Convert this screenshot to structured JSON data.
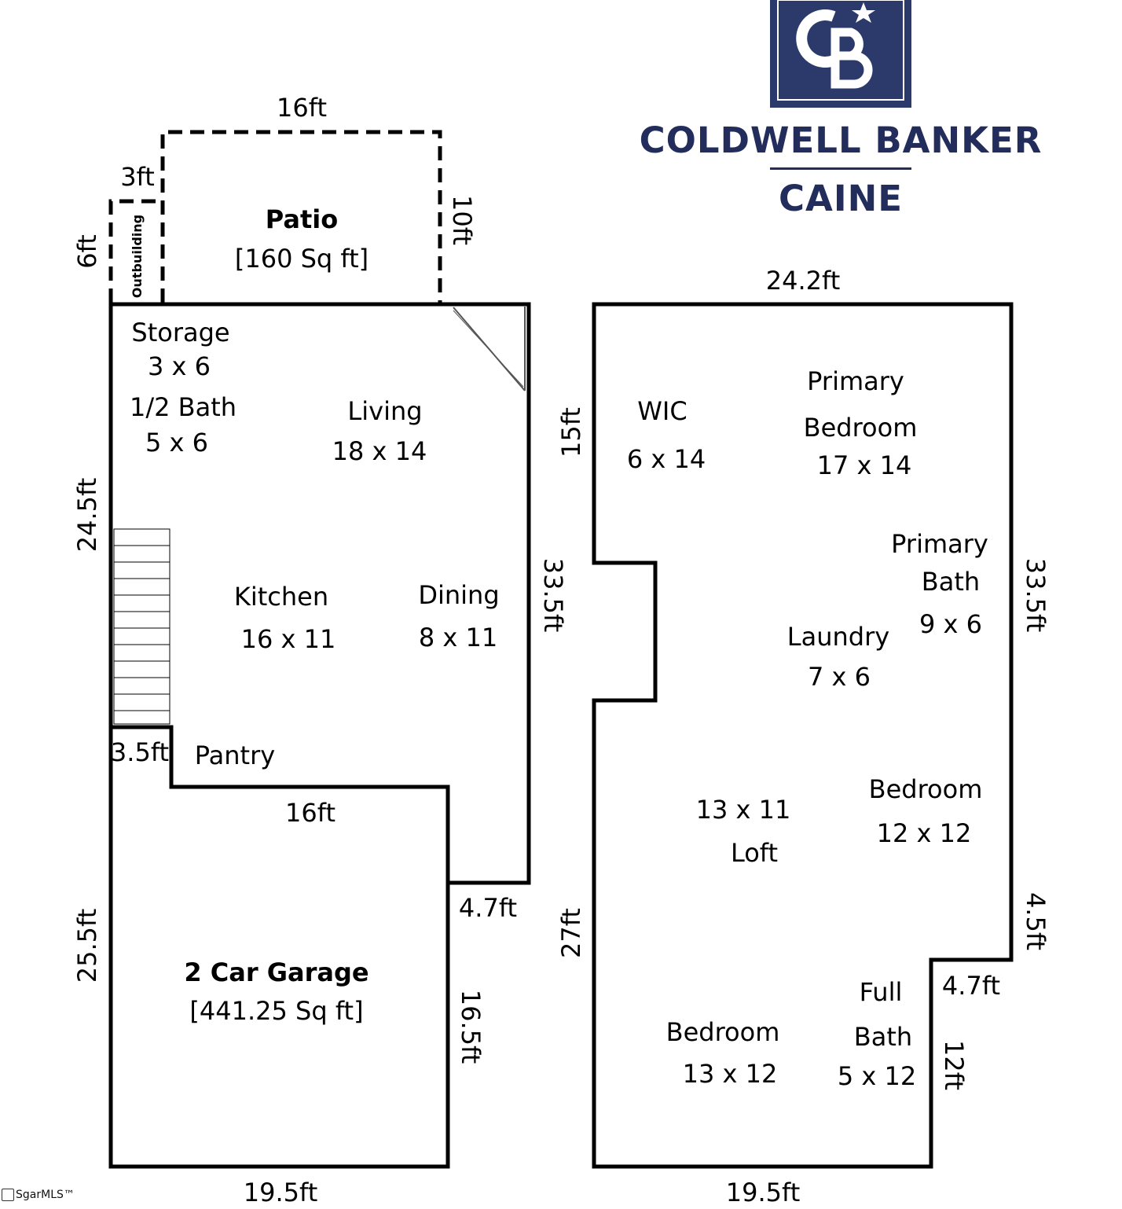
{
  "brand": {
    "logo_letters": "CB",
    "name": "COLDWELL BANKER",
    "sub": "CAINE",
    "color": "#232d5c"
  },
  "footer": {
    "mls": "SgarMLS™"
  },
  "dims": {
    "patio_top": "16ft",
    "outbuilding_top": "3ft",
    "outbuilding_side": "6ft",
    "patio_side": "10ft",
    "lower_left": "24.5ft",
    "lower_right": "33.5ft",
    "pantry_step": "3.5ft",
    "garage_top": "16ft",
    "garage_notch": "4.7ft",
    "garage_left": "25.5ft",
    "garage_right": "16.5ft",
    "lower_bottom": "19.5ft",
    "upper_top": "24.2ft",
    "upper_left_top": "15ft",
    "upper_right": "33.5ft",
    "upper_left_bottom": "27ft",
    "upper_right_step": "4.5ft",
    "upper_notch": "4.7ft",
    "upper_right_bottom": "12ft",
    "upper_bottom": "19.5ft"
  },
  "rooms": {
    "patio_name": "Patio",
    "patio_area": "[160 Sq ft]",
    "outbuilding": "Outbuilding",
    "storage": "Storage",
    "storage_size": "3 x 6",
    "half_bath": "1/2 Bath",
    "half_bath_size": "5 x 6",
    "living": "Living",
    "living_size": "18 x 14",
    "kitchen": "Kitchen",
    "kitchen_size": "16 x 11",
    "dining": "Dining",
    "dining_size": "8 x 11",
    "pantry": "Pantry",
    "garage_name": "2 Car Garage",
    "garage_area": "[441.25 Sq ft]",
    "wic": "WIC",
    "wic_size": "6 x 14",
    "primary_bed_1": "Primary",
    "primary_bed_2": "Bedroom",
    "primary_bed_size": "17 x 14",
    "primary_bath_1": "Primary",
    "primary_bath_2": "Bath",
    "primary_bath_size": "9 x 6",
    "laundry": "Laundry",
    "laundry_size": "7 x 6",
    "loft_size": "13 x 11",
    "loft": "Loft",
    "bedroom2": "Bedroom",
    "bedroom2_size": "12 x 12",
    "bedroom3": "Bedroom",
    "bedroom3_size": "13 x 12",
    "full_bath_1": "Full",
    "full_bath_2": "Bath",
    "full_bath_size": "5 x 12"
  }
}
